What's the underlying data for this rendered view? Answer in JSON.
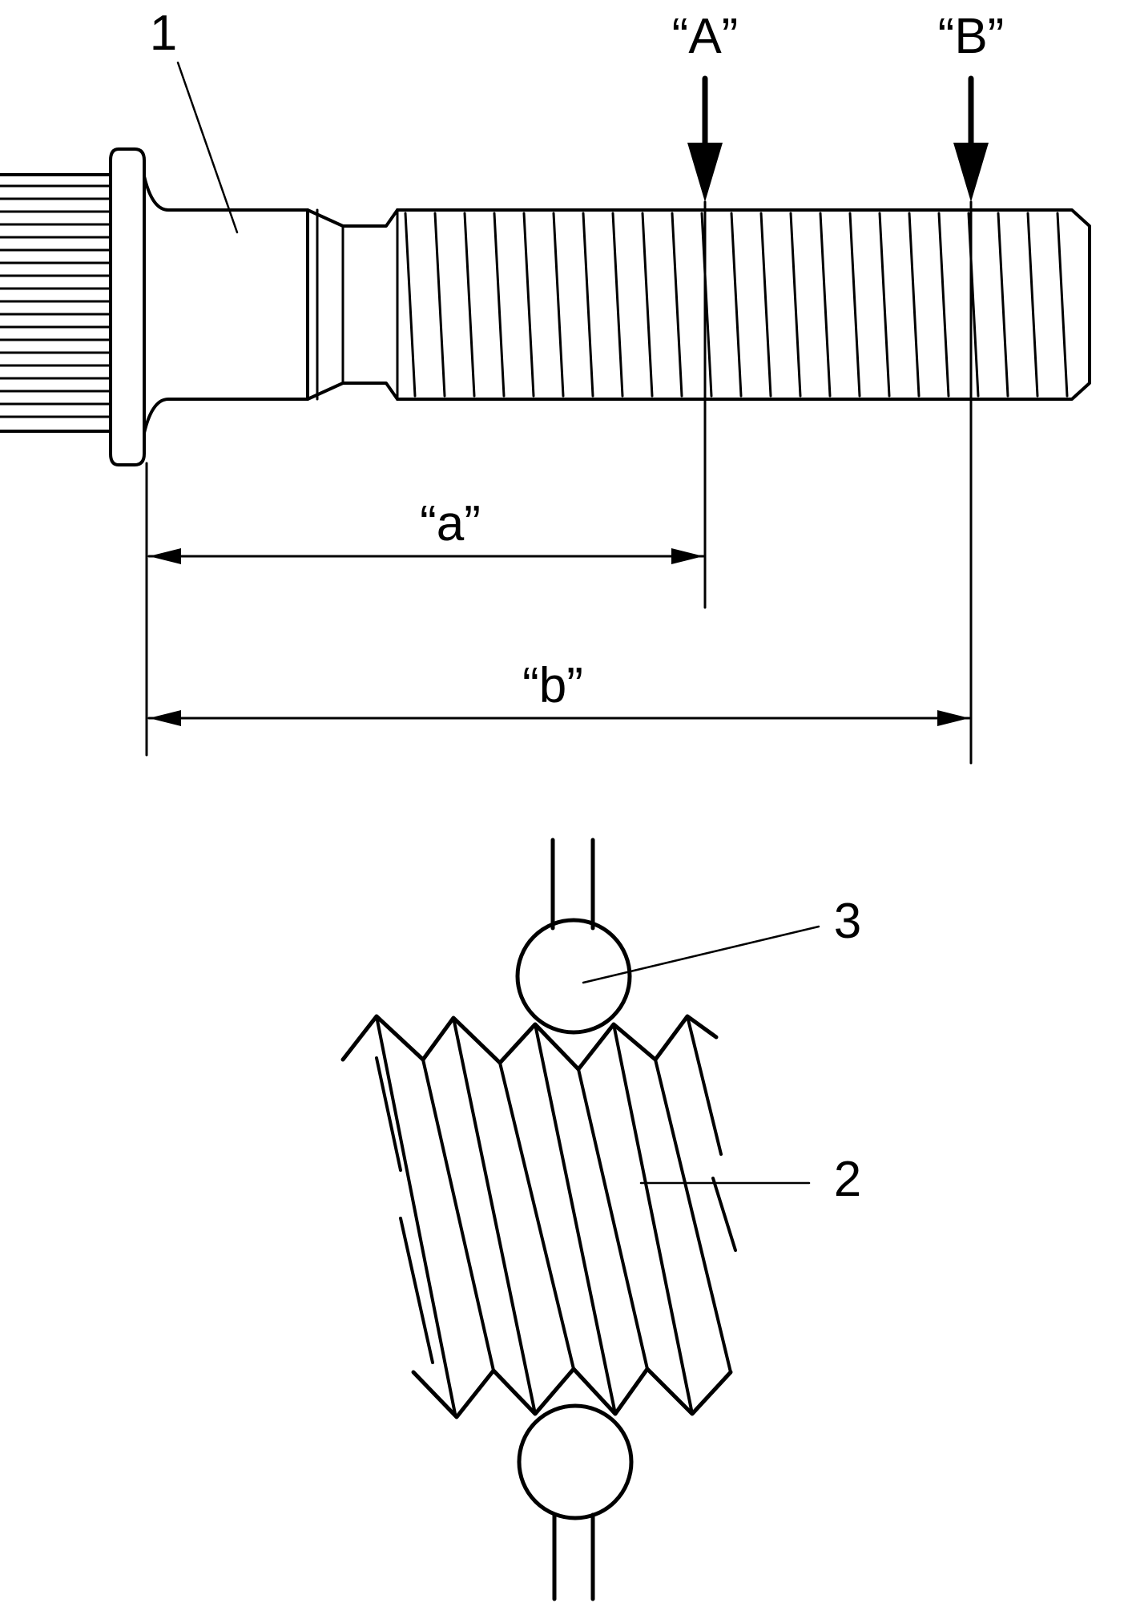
{
  "labels": {
    "part_stud": "1",
    "part_thread": "2",
    "part_ball": "3",
    "point_A": "“A”",
    "point_B": "“B”",
    "dim_a": "“a”",
    "dim_b": "“b”"
  }
}
